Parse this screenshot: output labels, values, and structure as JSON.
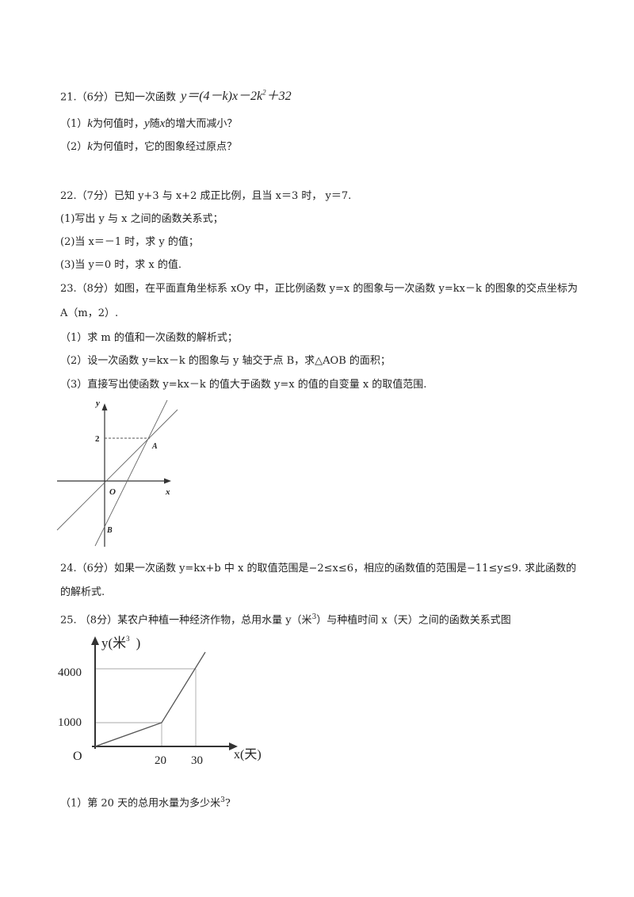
{
  "q21": {
    "head": "21.（6分）已知一次函数",
    "formula_a": "y＝(4－k)x－2k",
    "formula_sup": "2",
    "formula_b": "＋32",
    "p1_pre": "（1）",
    "p1_k": "k",
    "p1_mid": "为何值时，",
    "p1_y": "y",
    "p1_mid2": "随",
    "p1_x": "x",
    "p1_post": "的增大而减小？",
    "p2_pre": "（2）",
    "p2_k": "k",
    "p2_post": "为何值时，它的图象经过原点？"
  },
  "q22": {
    "head": "22.（7分）已知 y+3 与 x+2 成正比例，且当 x＝3 时， y＝7.",
    "p1": "(1)写出 y 与 x 之间的函数关系式；",
    "p2": "(2)当 x＝－1 时，求 y 的值；",
    "p3": "(3)当 y＝0 时，求 x 的值."
  },
  "q23": {
    "head": "23.（8分）如图，在平面直角坐标系 xOy 中，正比例函数 y=x 的图象与一次函数 y=kx－k 的图象的交点坐标为",
    "head2": "A（m，2）.",
    "p1": "（1）求 m 的值和一次函数的解析式；",
    "p2": "（2）设一次函数 y=kx－k 的图象与 y 轴交于点 B，求△AOB 的面积；",
    "p3": "（3）直接写出使函数 y=kx－k 的值大于函数 y=x 的值的自变量 x 的取值范围.",
    "graph": {
      "y": "y",
      "x": "x",
      "two": "2",
      "A": "A",
      "O": "O",
      "B": "B"
    }
  },
  "q24": {
    "line1": "24.（6分）如果一次函数 y=kx+b 中 x 的取值范围是−2≤x≤6，相应的函数值的范围是−11≤y≤9. 求此函数的",
    "line2": "的解析式."
  },
  "q25": {
    "head_a": "25. （8分）某农户种植一种经济作物，总用水量 y（米",
    "head_sup": "3",
    "head_b": "）与种植时间 x（天）之间的函数关系式图",
    "graph": {
      "ylabel": "y(米",
      "ylabel_sup": "3",
      "ylabel_close": ")",
      "xlabel": "x(天)",
      "origin": "O",
      "y_ticks": [
        "1000",
        "4000"
      ],
      "x_ticks": [
        "20",
        "30"
      ]
    },
    "p1_a": "（1）第 20 天的总用水量为多少米",
    "p1_sup": "3",
    "p1_b": "?"
  }
}
